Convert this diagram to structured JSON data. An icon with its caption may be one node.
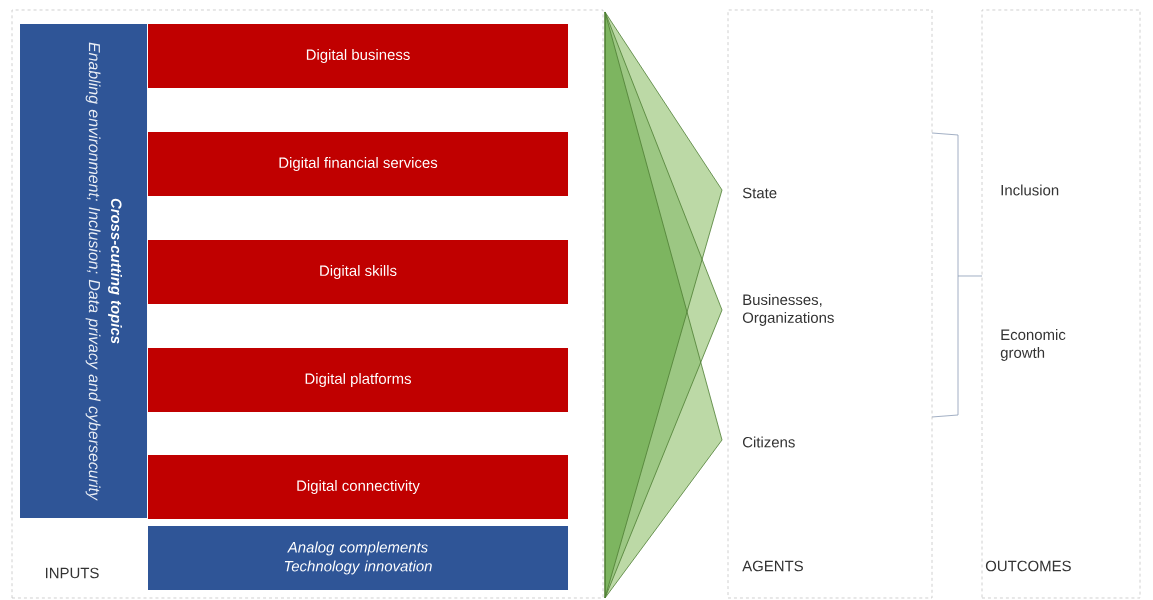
{
  "diagram": {
    "nodes": [
      {
        "text": [
          "INPUTS"
        ]
      },
      {
        "text": [
          "Cross-cutting topics",
          "Enabling environment; Inclusion; Data privacy and cybersecurity"
        ],
        "in": 0
      },
      {
        "text": [
          "Digital business"
        ],
        "in": 0
      },
      {
        "text": [
          "Digital financial services"
        ],
        "in": 0
      },
      {
        "text": [
          "Digital skills"
        ],
        "in": 0
      },
      {
        "text": [
          "Digital platforms"
        ],
        "in": 0
      },
      {
        "text": [
          "Digital connectivity"
        ],
        "in": 0
      },
      {
        "text": [
          "Analog complements Technology innovation"
        ],
        "in": 0
      },
      {
        "text": [
          "State",
          "Businesses, Organizations",
          "Citizens",
          "AGENTS"
        ]
      },
      {
        "text": [
          "Inclusion",
          "Economic growth",
          "OUTCOMES"
        ]
      }
    ],
    "edges": []
  }
}
